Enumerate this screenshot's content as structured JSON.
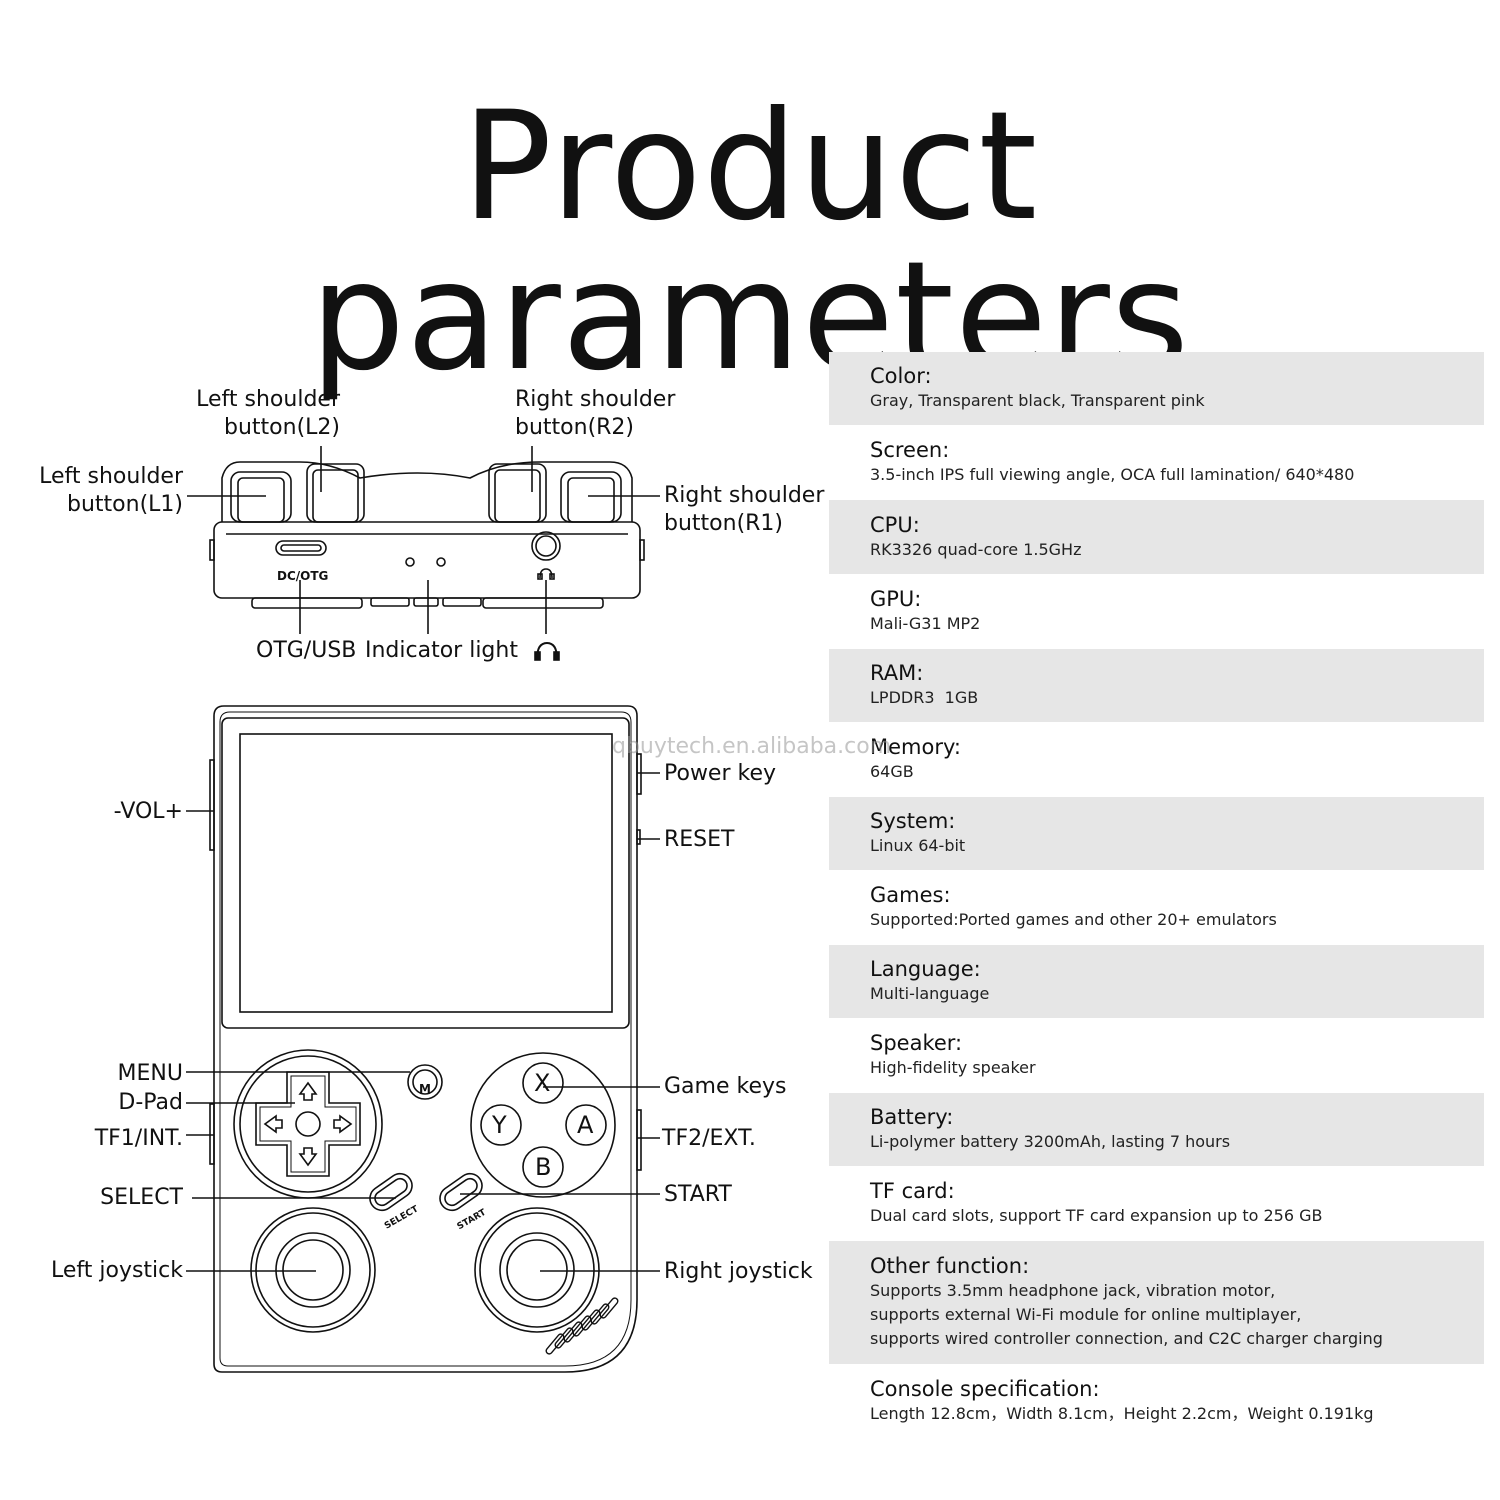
{
  "title": "Product parameters",
  "watermark": "qbuytech.en.alibaba.com",
  "device_top": {
    "port_label": "DC/OTG",
    "labels": {
      "l2": "Left shoulder\nbutton(L2)",
      "r2": "Right shoulder\nbutton(R2)",
      "l1": "Left shoulder\nbutton(L1)",
      "r1": "Right shoulder\nbutton(R1)",
      "otg": "OTG/USB",
      "indicator": "Indicator light",
      "headphone_icon": "headphone-icon"
    }
  },
  "device_front": {
    "face_buttons": {
      "x": "X",
      "y": "Y",
      "a": "A",
      "b": "B"
    },
    "menu_button": "M",
    "select_text": "SELECT",
    "start_text": "START",
    "labels": {
      "power": "Power key",
      "vol": "-VOL+",
      "reset": "RESET",
      "menu": "MENU",
      "dpad": "D-Pad",
      "tf1": "TF1/INT.",
      "select": "SELECT",
      "left_joystick": "Left joystick",
      "game_keys": "Game keys",
      "tf2": "TF2/EXT.",
      "start": "START",
      "right_joystick": "Right joystick"
    }
  },
  "specs": [
    {
      "key": "Color:",
      "value": "Gray, Transparent black, Transparent pink",
      "shaded": true
    },
    {
      "key": "Screen:",
      "value": "3.5-inch IPS full viewing angle, OCA full lamination/ 640*480",
      "shaded": false
    },
    {
      "key": "CPU:",
      "value": "RK3326 quad-core 1.5GHz",
      "shaded": true
    },
    {
      "key": "GPU:",
      "value": "Mali-G31 MP2",
      "shaded": false
    },
    {
      "key": "RAM:",
      "value": "LPDDR3  1GB",
      "shaded": true
    },
    {
      "key": "Memory:",
      "value": "64GB",
      "shaded": false
    },
    {
      "key": "System:",
      "value": "Linux 64-bit",
      "shaded": true
    },
    {
      "key": "Games:",
      "value": "Supported:Ported games and other 20+ emulators",
      "shaded": false
    },
    {
      "key": "Language:",
      "value": "Multi-language",
      "shaded": true
    },
    {
      "key": "Speaker:",
      "value": "High-fidelity speaker",
      "shaded": false
    },
    {
      "key": "Battery:",
      "value": "Li-polymer battery 3200mAh, lasting 7 hours",
      "shaded": true
    },
    {
      "key": "TF card:",
      "value": "Dual card slots, support TF card expansion up to 256 GB",
      "shaded": false
    },
    {
      "key": "Other function:",
      "value": "Supports 3.5mm headphone jack, vibration motor,\nsupports external Wi-Fi module for online multiplayer,\nsupports wired controller connection, and C2C charger charging",
      "shaded": true
    },
    {
      "key": "Console specification:",
      "value": "Length 12.8cm，Width 8.1cm，Height 2.2cm，Weight 0.191kg",
      "shaded": false
    }
  ]
}
